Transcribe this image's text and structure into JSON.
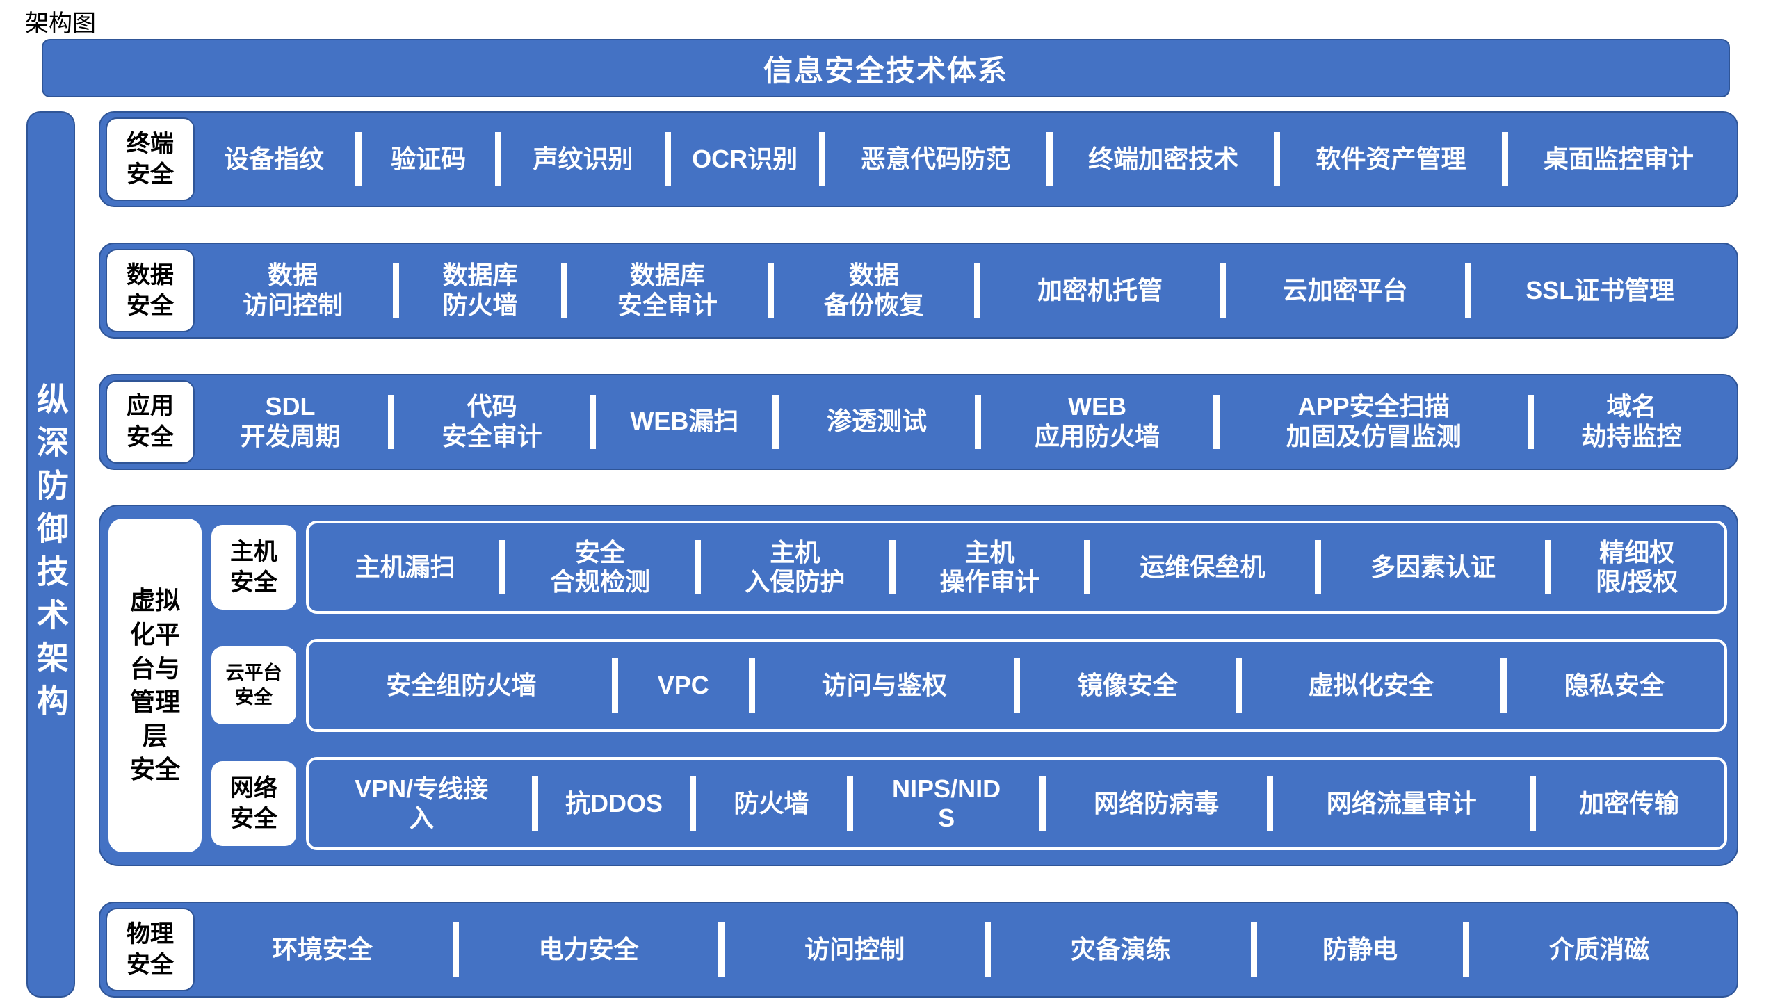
{
  "page_title": "架构图",
  "banner": {
    "title": "信息安全技术体系"
  },
  "sidebar": {
    "label": "纵深防御技术架构"
  },
  "colors": {
    "primary_blue": "#4472C4",
    "border_blue": "#2F5597",
    "label_bg": "#ffffff",
    "item_text": "#ffffff",
    "label_text": "#000000"
  },
  "sections": [
    {
      "type": "row",
      "name": "terminal-security-row",
      "label": "终端\n安全",
      "items": [
        "设备指纹",
        "验证码",
        "声纹识别",
        "OCR识别",
        "恶意代码防范",
        "终端加密技术",
        "软件资产管理",
        "桌面监控审计"
      ]
    },
    {
      "type": "row",
      "name": "data-security-row",
      "label": "数据\n安全",
      "items": [
        "数据\n访问控制",
        "数据库\n防火墙",
        "数据库\n安全审计",
        "数据\n备份恢复",
        "加密机托管",
        "云加密平台",
        "SSL证书管理"
      ]
    },
    {
      "type": "row",
      "name": "application-security-row",
      "label": "应用\n安全",
      "items": [
        "SDL\n开发周期",
        "代码\n安全审计",
        "WEB漏扫",
        "渗透测试",
        "WEB\n应用防火墙",
        "APP安全扫描\n加固及仿冒监测",
        "域名\n劫持监控"
      ]
    },
    {
      "type": "group",
      "name": "virtualization-platform-group",
      "label": "虚拟\n化平\n台与\n管理\n层\n安全",
      "subrows": [
        {
          "name": "host-security-subrow",
          "label": "主机\n安全",
          "small": false,
          "items": [
            "主机漏扫",
            "安全\n合规检测",
            "主机\n入侵防护",
            "主机\n操作审计",
            "运维保垒机",
            "多因素认证",
            "精细权\n限/授权"
          ]
        },
        {
          "name": "cloud-platform-security-subrow",
          "label": "云平台\n安全",
          "small": true,
          "items": [
            "安全组防火墙",
            "VPC",
            "访问与鉴权",
            "镜像安全",
            "虚拟化安全",
            "隐私安全"
          ]
        },
        {
          "name": "network-security-subrow",
          "label": "网络\n安全",
          "small": false,
          "items": [
            "VPN/专线接\n入",
            "抗DDOS",
            "防火墙",
            "NIPS/NID\nS",
            "网络防病毒",
            "网络流量审计",
            "加密传输"
          ]
        }
      ]
    },
    {
      "type": "row",
      "name": "physical-security-row",
      "label": "物理\n安全",
      "items": [
        "环境安全",
        "电力安全",
        "访问控制",
        "灾备演练",
        "防静电",
        "介质消磁"
      ]
    }
  ]
}
